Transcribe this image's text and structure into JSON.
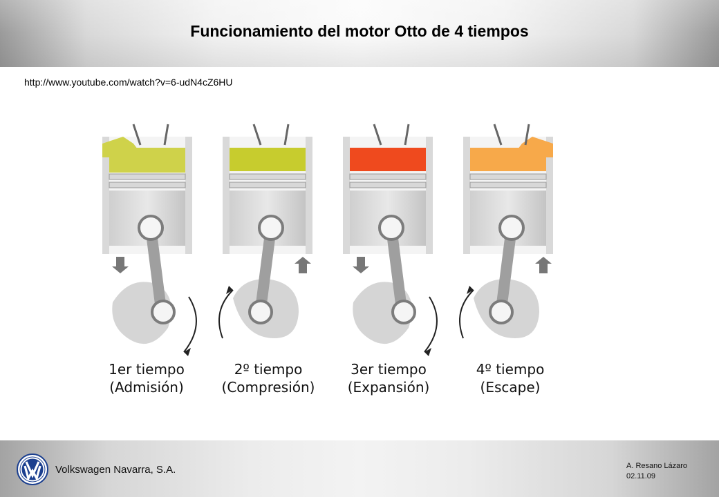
{
  "slide": {
    "title": "Funcionamiento del motor Otto de 4 tiempos",
    "url": "http://www.youtube.com/watch?v=6-udN4cZ6HU"
  },
  "strokes": [
    {
      "line1": "1er tiempo",
      "line2": "(Admisión)",
      "chamber_color": "#cfd24a",
      "direction": "down"
    },
    {
      "line1": "2º tiempo",
      "line2": "(Compresión)",
      "chamber_color": "#c7cc2e",
      "direction": "up"
    },
    {
      "line1": "3er tiempo",
      "line2": "(Expansión)",
      "chamber_color": "#ef4a1e",
      "direction": "down"
    },
    {
      "line1": "4º tiempo",
      "line2": "(Escape)",
      "chamber_color": "#f7a94a",
      "direction": "up"
    }
  ],
  "footer": {
    "company": "Volkswagen Navarra, S.A.",
    "author": "A. Resano Lázaro",
    "date": "02.11.09"
  },
  "colors": {
    "logo_blue": "#1b3f8f"
  }
}
